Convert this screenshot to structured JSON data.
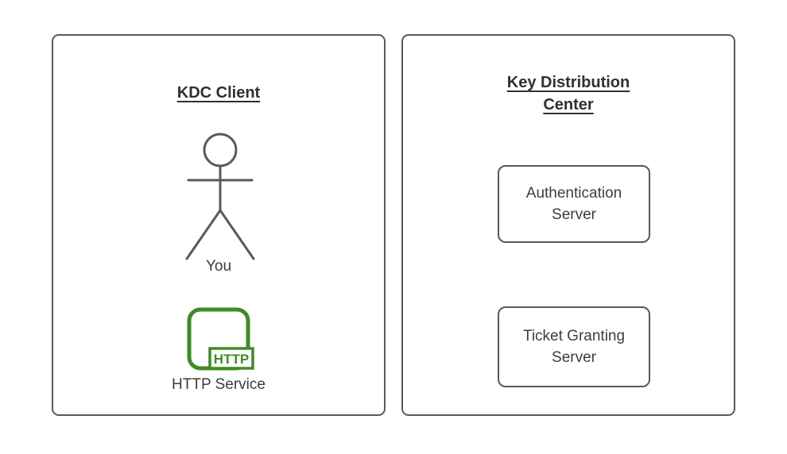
{
  "client_panel": {
    "title": "KDC Client",
    "actor_label": "You",
    "service_label": "HTTP Service",
    "http_badge": "HTTP"
  },
  "kdc_panel": {
    "title": "Key Distribution Center",
    "servers": [
      {
        "label": "Authentication Server"
      },
      {
        "label": "Ticket Granting Server"
      }
    ]
  },
  "colors": {
    "panel_border": "#595959",
    "figure_stroke": "#595959",
    "service_green": "#3d8c26",
    "text": "#3d3d3d"
  }
}
